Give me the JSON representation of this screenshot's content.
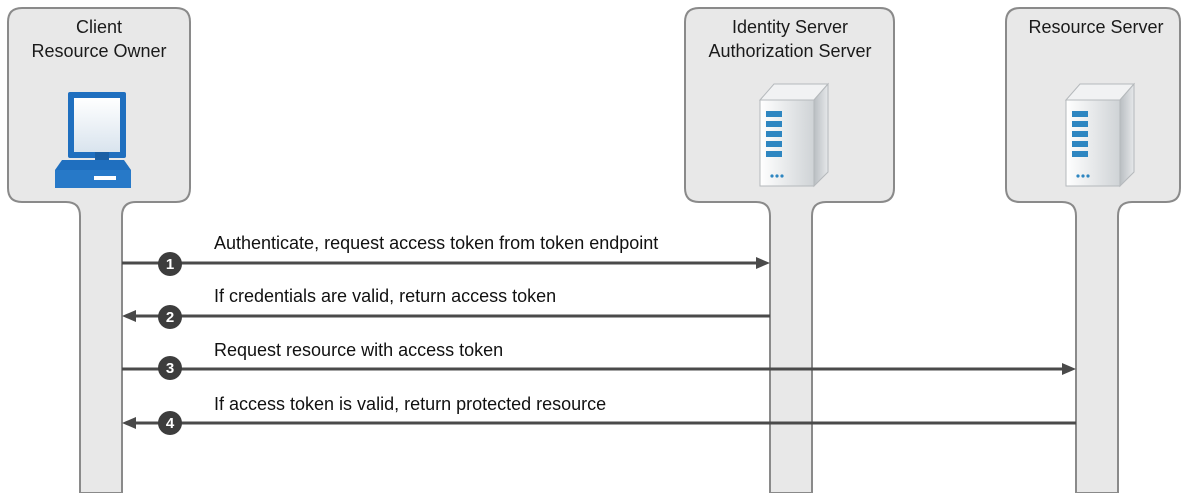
{
  "participants": [
    {
      "id": "client",
      "lines": [
        "Client",
        "Resource Owner"
      ],
      "icon": "computer-icon"
    },
    {
      "id": "identity",
      "lines": [
        "Identity Server",
        "Authorization Server"
      ],
      "icon": "server-icon"
    },
    {
      "id": "resource",
      "lines": [
        "Resource Server"
      ],
      "icon": "server-icon"
    }
  ],
  "messages": [
    {
      "step": "1",
      "label": "Authenticate, request access token from token endpoint",
      "from": "client",
      "to": "identity"
    },
    {
      "step": "2",
      "label": "If credentials are valid, return access token",
      "from": "identity",
      "to": "client"
    },
    {
      "step": "3",
      "label": "Request resource with access token",
      "from": "client",
      "to": "resource"
    },
    {
      "step": "4",
      "label": "If access token is valid, return protected resource",
      "from": "resource",
      "to": "client"
    }
  ],
  "colors": {
    "lane_fill": "#e8e8e8",
    "lane_stroke": "#8a8a8a",
    "arrow": "#4a4a4a",
    "badge": "#3d3d3d",
    "server_blue": "#2e86c1",
    "monitor_blue": "#1f6fbf"
  }
}
